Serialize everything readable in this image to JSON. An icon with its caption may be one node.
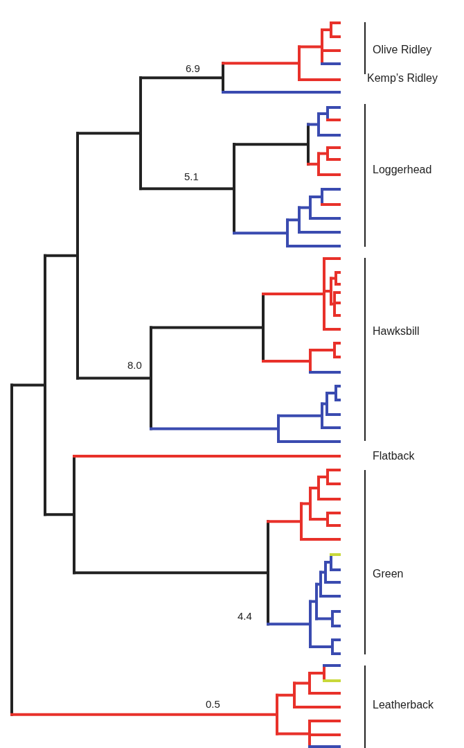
{
  "diagram": {
    "labels": [
      "6.9",
      "Olive Ridley",
      "Kemp’s Ridley",
      "5.1",
      "Loggerhead",
      "8.0",
      "Hawksbill",
      "Flatback",
      "4.4",
      "Green",
      "0.5",
      "Leatherback"
    ]
  }
}
